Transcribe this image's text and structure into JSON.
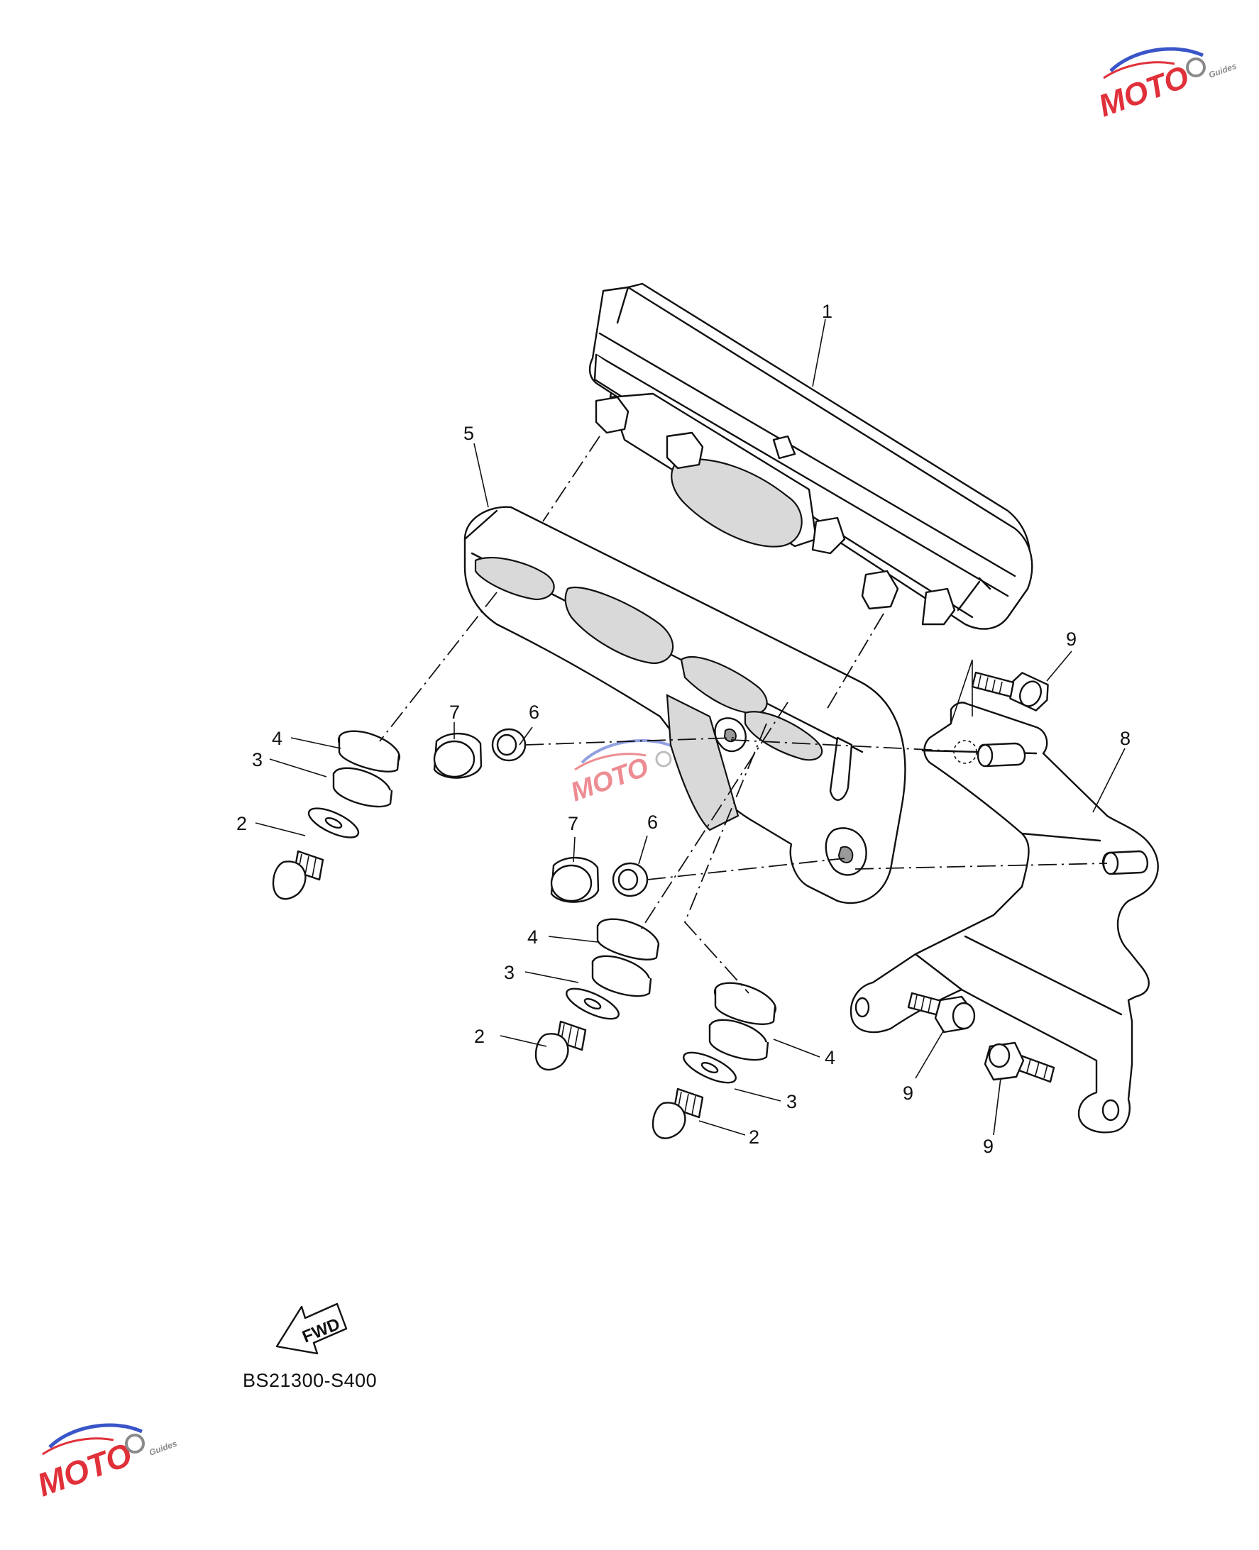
{
  "diagram": {
    "part_code": "BS21300-S400",
    "fwd_label": "FWD",
    "callouts": [
      {
        "id": "c1",
        "label": "1"
      },
      {
        "id": "c5",
        "label": "5"
      },
      {
        "id": "c9a",
        "label": "9"
      },
      {
        "id": "c8",
        "label": "8"
      },
      {
        "id": "c4a",
        "label": "4"
      },
      {
        "id": "c3a",
        "label": "3"
      },
      {
        "id": "c2a",
        "label": "2"
      },
      {
        "id": "c7a",
        "label": "7"
      },
      {
        "id": "c6a",
        "label": "6"
      },
      {
        "id": "c7b",
        "label": "7"
      },
      {
        "id": "c6b",
        "label": "6"
      },
      {
        "id": "c4b",
        "label": "4"
      },
      {
        "id": "c3b",
        "label": "3"
      },
      {
        "id": "c2b",
        "label": "2"
      },
      {
        "id": "c4c",
        "label": "4"
      },
      {
        "id": "c3c",
        "label": "3"
      },
      {
        "id": "c2c",
        "label": "2"
      },
      {
        "id": "c9b",
        "label": "9"
      },
      {
        "id": "c9c",
        "label": "9"
      }
    ]
  },
  "watermark": {
    "brand": "MOTO",
    "tagline": "Guides",
    "colors": {
      "red": "#e0303a",
      "blue": "#3a55c8",
      "gray": "#8a8a8a"
    }
  }
}
